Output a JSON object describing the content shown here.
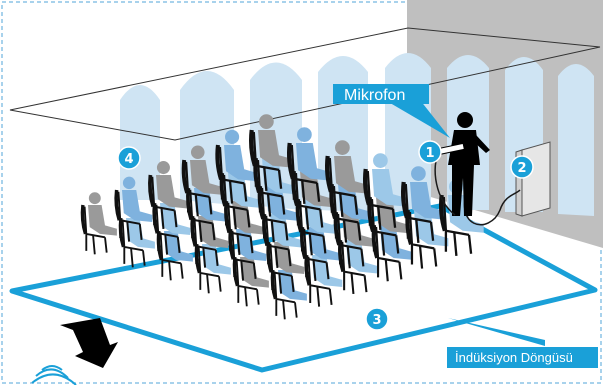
{
  "labels": {
    "microphone": "Mikrofon",
    "induction_loop": "İndüksiyon Döngüsü"
  },
  "markers": [
    {
      "id": "marker-1",
      "label": "1"
    },
    {
      "id": "marker-2",
      "label": "2"
    },
    {
      "id": "marker-3",
      "label": "3"
    },
    {
      "id": "marker-4",
      "label": "4"
    }
  ],
  "colors": {
    "accent": "#1aa0d8",
    "arch_fill": "#cfe4f3",
    "back_wall": "#bfbfbf",
    "seat_grey": "#9a9a9a",
    "seat_light_blue": "#9cc8e8",
    "seat_mid_blue": "#7fb2de",
    "chair": "#111111",
    "speaker": "#000000",
    "floor_line": "#1aa0d8"
  }
}
